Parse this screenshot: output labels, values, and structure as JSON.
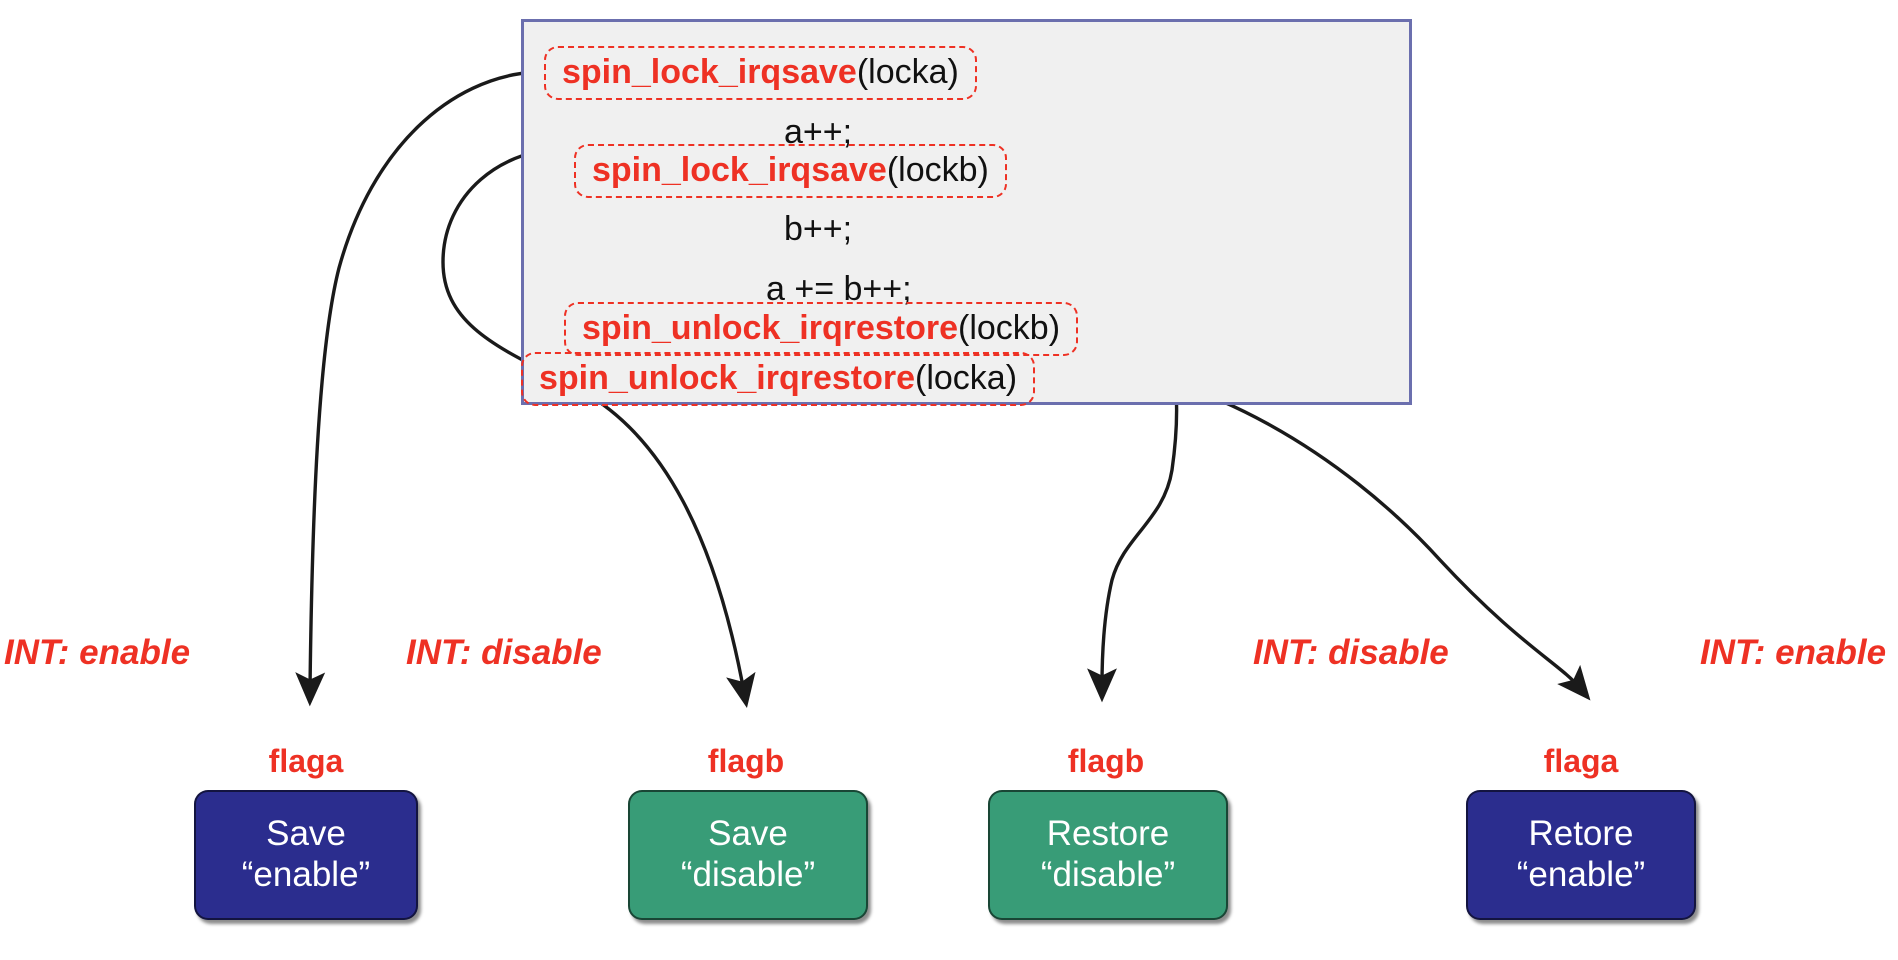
{
  "diagram": {
    "title": "spin_lock_irqsave / spin_unlock_irqrestore nesting",
    "colors": {
      "accent_red": "#ee3124",
      "code_panel_bg": "#f0f0f0",
      "code_panel_border": "#6b6fae",
      "blue_box": "#2b2d8e",
      "green_box": "#389c77",
      "arrow": "#1a1a1a",
      "code_text": "#111111"
    }
  },
  "code_panel": {
    "lines": [
      {
        "kind": "call",
        "fn": "spin_lock_irqsave",
        "arg": "(locka)"
      },
      {
        "kind": "plain",
        "text": "a++;"
      },
      {
        "kind": "call",
        "fn": "spin_lock_irqsave",
        "arg": "(lockb)"
      },
      {
        "kind": "plain",
        "text": "b++;"
      },
      {
        "kind": "plain",
        "text": "a += b++;"
      },
      {
        "kind": "call",
        "fn": "spin_unlock_irqrestore",
        "arg": "(lockb)"
      },
      {
        "kind": "call",
        "fn": "spin_unlock_irqrestore",
        "arg": "(locka)"
      }
    ]
  },
  "int_labels": [
    {
      "text": "INT: enable"
    },
    {
      "text": "INT: disable"
    },
    {
      "text": "INT: disable"
    },
    {
      "text": "INT: enable"
    }
  ],
  "flag_states": [
    {
      "flag": "flaga",
      "action": "Save",
      "value": "“enable”",
      "color": "#2b2d8e"
    },
    {
      "flag": "flagb",
      "action": "Save",
      "value": "“disable”",
      "color": "#389c77"
    },
    {
      "flag": "flagb",
      "action": "Restore",
      "value": "“disable”",
      "color": "#389c77"
    },
    {
      "flag": "flaga",
      "action": "Retore",
      "value": "“enable”",
      "color": "#2b2d8e"
    }
  ]
}
